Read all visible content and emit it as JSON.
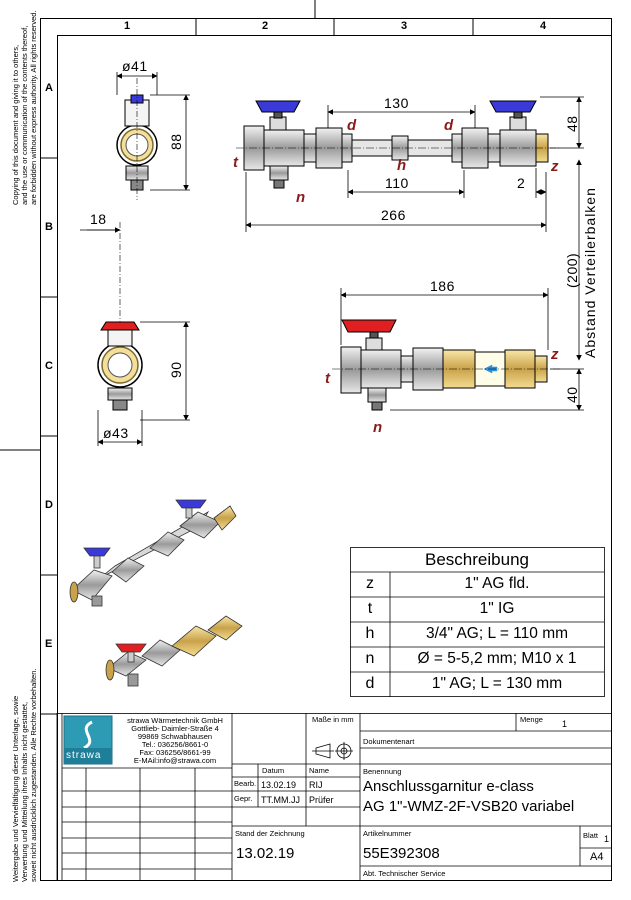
{
  "frame": {
    "columns": [
      "1",
      "2",
      "3",
      "4"
    ],
    "rows": [
      "A",
      "B",
      "C",
      "D",
      "E"
    ],
    "copyright_notice": [
      "Copying of this document and giving it to others,",
      "and the use or communication of the contents thereof,",
      "are forbidden without express authority. All rights reserved."
    ],
    "copyright_notice_de": [
      "Weitergabe und Vervielfältigung dieser Unterlage, sowie",
      "Verwertung und Mitteilung ihres Inhalts nicht gestattet,",
      "soweit nicht ausdrücklich zugestanden. Alle Rechte vorbehalten."
    ]
  },
  "dimensions": {
    "d41": "ø41",
    "d88": "88",
    "d18": "18",
    "d90": "90",
    "d43": "ø43",
    "d130": "130",
    "d48": "48",
    "d110": "110",
    "d2": "2",
    "d266": "266",
    "d186": "186",
    "d40": "40",
    "d200": "(200)",
    "abstand": "Abstand Verteilerbalken"
  },
  "part_labels": {
    "t": "t",
    "d": "d",
    "h": "h",
    "z": "z",
    "n": "n"
  },
  "description_table": {
    "header": "Beschreibung",
    "rows": [
      {
        "key": "z",
        "value": "1\" AG fld."
      },
      {
        "key": "t",
        "value": "1\" IG"
      },
      {
        "key": "h",
        "value": "3/4\" AG; L = 110 mm"
      },
      {
        "key": "n",
        "value": "Ø = 5-5,2 mm; M10 x 1"
      },
      {
        "key": "d",
        "value": "1\" AG; L = 130 mm"
      }
    ]
  },
  "title_block": {
    "logo_text": "strawa",
    "company": [
      "strawa Wärmetechnik GmbH",
      "Gottlieb- Daimler-Straße 4",
      "99869 Schwabhausen",
      "Tel.: 036256/8661-0",
      "Fax: 036256/8661-99",
      "E-MAil:info@strawa.com"
    ],
    "masse_label": "Maße in mm",
    "menge_label": "Menge",
    "menge_value": "1",
    "dokumentenart_label": "Dokumentenart",
    "datum_label": "Datum",
    "name_label": "Name",
    "bearb_label": "Bearb.",
    "bearb_date": "13.02.19",
    "bearb_name": "RIJ",
    "gepr_label": "Gepr.",
    "gepr_date": "TT.MM.JJ",
    "gepr_name": "Prüfer",
    "benennung_label": "Benennung",
    "benennung_line1": "Anschlussgarnitur e-class",
    "benennung_line2": "AG 1\"-WMZ-2F-VSB20 variabel",
    "stand_label": "Stand der Zeichnung",
    "stand_value": "13.02.19",
    "artikel_label": "Artikelnummer",
    "artikel_value": "55E392308",
    "blatt_label": "Blatt",
    "blatt_value": "1",
    "format_value": "A4",
    "abt_label": "Abt. Technischer Service"
  },
  "colors": {
    "line": "#000000",
    "dim_blue": "#2c3cd8",
    "handle_blue": "#3a3ad8",
    "handle_red": "#e02020",
    "brass": "#e6c46a",
    "label_red": "#8b1a1a",
    "logo_teal": "#2e9bb5"
  }
}
